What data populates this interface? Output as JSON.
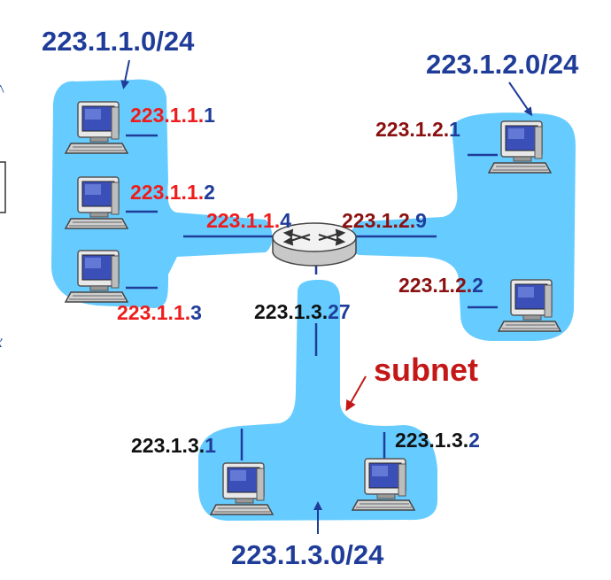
{
  "colors": {
    "subnet_fill": "#66ccff",
    "blue": "#1f3c99",
    "red": "#ee1c1c",
    "maroon": "#8b1010",
    "black": "#111111",
    "subnet_word": "#c41818"
  },
  "networks": {
    "net1": "223.1.1.0/24",
    "net2": "223.1.2.0/24",
    "net3": "223.1.3.0/24"
  },
  "interfaces": {
    "h111": {
      "prefix": "223.1.1.",
      "host": "1"
    },
    "h112": {
      "prefix": "223.1.1.",
      "host": "2"
    },
    "h113": {
      "prefix": "223.1.1.",
      "host": "3"
    },
    "r114": {
      "prefix": "223.1.1.",
      "host": "4"
    },
    "h121": {
      "prefix": "223.1.2.",
      "host": "1"
    },
    "r129": {
      "prefix": "223.1.2.",
      "host": "9"
    },
    "h122": {
      "prefix": "223.1.2.",
      "host": "2"
    },
    "r1327": {
      "prefix": "223.1.3.",
      "host": "27"
    },
    "h131": {
      "prefix": "223.1.3.",
      "host": "1"
    },
    "h132": {
      "prefix": "223.1.3.",
      "host": "2"
    }
  },
  "subnet_label": "subnet",
  "icons": [
    "host-computer-icon",
    "router-icon",
    "pointer-arrow-icon"
  ]
}
